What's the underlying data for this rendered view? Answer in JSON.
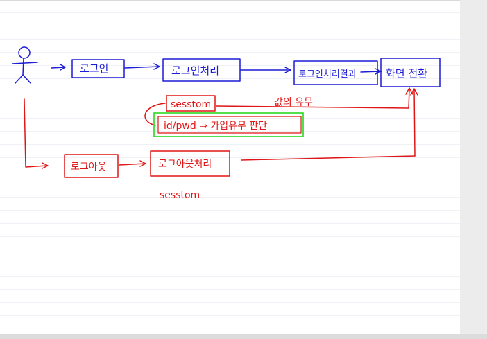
{
  "diagram": {
    "blue_nodes": {
      "login": "로그인",
      "login_process": "로그인처리",
      "login_result": "로그인처리결과",
      "screen_switch": "화면 전환"
    },
    "red_nodes": {
      "session_check": "sesstom",
      "session_note": "값의 유무",
      "id_pwd_check": "id/pwd ⇒ 가입유무 판단",
      "logout": "로그아웃",
      "logout_process": "로그아웃처리",
      "logout_session": "sesstom"
    },
    "colors": {
      "login_flow": "#1c1cd6",
      "logout_flow": "#e01515",
      "highlight_box": "#27d81f"
    },
    "icons": [
      "stick-figure-user-icon"
    ]
  }
}
